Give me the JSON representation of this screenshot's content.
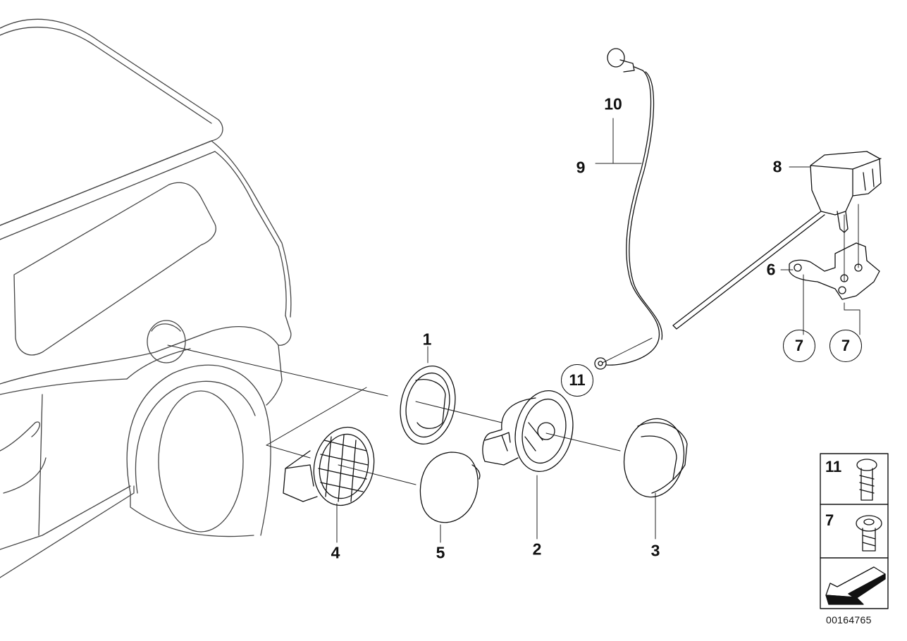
{
  "callouts": {
    "c1": "1",
    "c2": "2",
    "c3": "3",
    "c4": "4",
    "c5": "5",
    "c6": "6",
    "c8": "8",
    "c9": "9",
    "c10": "10"
  },
  "circled_callouts": {
    "c7a": "7",
    "c7b": "7",
    "c11": "11"
  },
  "inset": {
    "row_11": "11",
    "row_7": "7"
  },
  "diagram_id": "00164765"
}
